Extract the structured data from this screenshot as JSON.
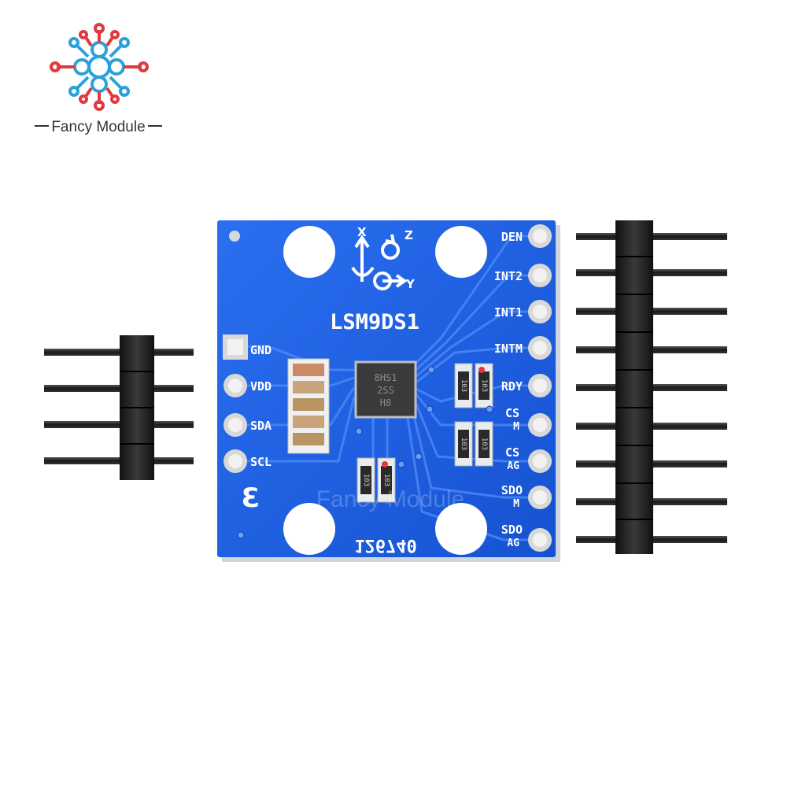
{
  "brand": {
    "name": "Fancy Module"
  },
  "board": {
    "chip_name": "LSM9DS1",
    "part_number": "126740",
    "axis_labels": {
      "x": "X",
      "y": "Y",
      "z": "Z"
    },
    "left_pins": [
      "GND",
      "VDD",
      "SDA",
      "SCL"
    ],
    "right_pins": [
      {
        "l1": "DEN",
        "l2": ""
      },
      {
        "l1": "INT2",
        "l2": ""
      },
      {
        "l1": "INT1",
        "l2": ""
      },
      {
        "l1": "INTM",
        "l2": ""
      },
      {
        "l1": "RDY",
        "l2": ""
      },
      {
        "l1": "CS",
        "l2": "M"
      },
      {
        "l1": "CS",
        "l2": "AG"
      },
      {
        "l1": "SDO",
        "l2": "M"
      },
      {
        "l1": "SDO",
        "l2": "AG"
      }
    ],
    "resistor_label": "103",
    "ic_marking": [
      "8HS1",
      "2SS",
      "H8"
    ],
    "logo_glyph": "3",
    "watermark": "Fancy Module"
  },
  "colors": {
    "pcb": "#1e5fe6",
    "pcb_dark": "#0c3fb4",
    "trace": "#3f7cf2",
    "pad": "#d8d8d8",
    "header_plastic": "#232323",
    "pin_metal": "#1b1b1b",
    "logo_red": "#e0393e",
    "logo_blue": "#2aa0dc"
  }
}
